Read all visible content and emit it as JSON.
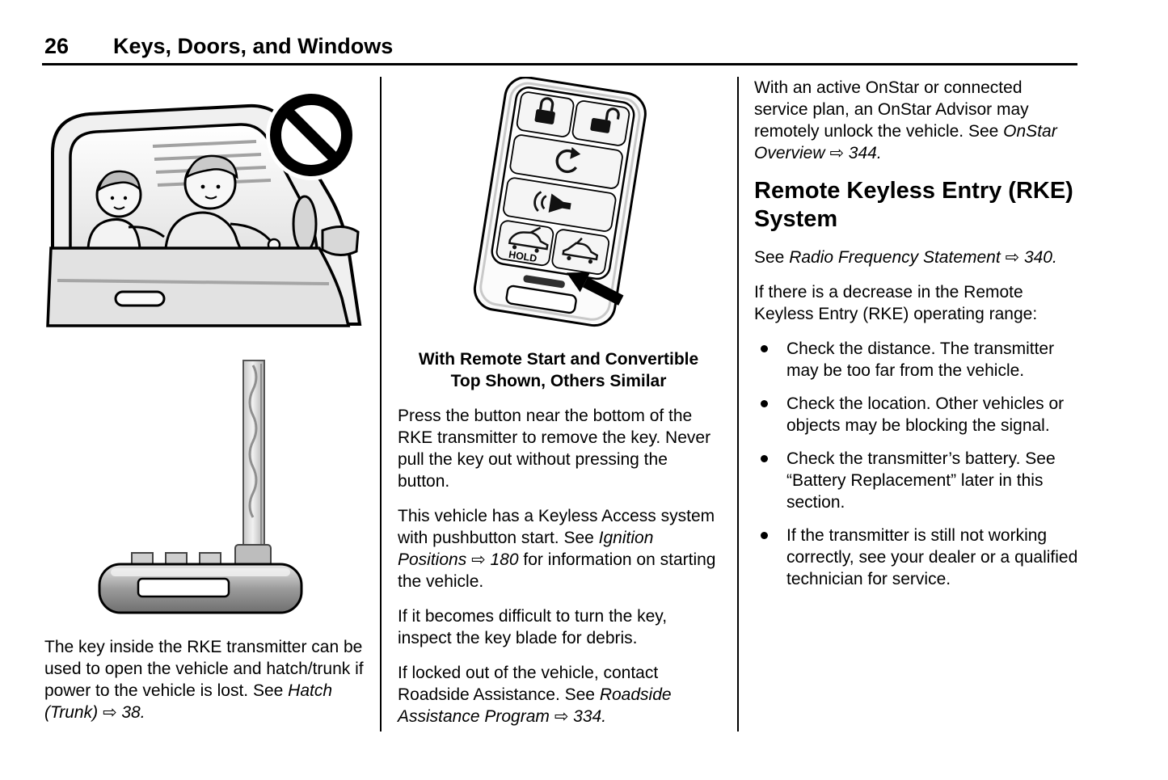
{
  "header": {
    "page_number": "26",
    "chapter_title": "Keys, Doors, and Windows"
  },
  "icons": {
    "prohibition": "circle-slash-no-symbol",
    "lock": "closed-padlock",
    "unlock": "open-padlock",
    "remote_start": "circular-arrow",
    "panic": "horn",
    "trunk_hold": "car-open-trunk",
    "convertible_top": "convertible-car",
    "key_release_arrow": "solid-left-arrow",
    "bullet": "filled-circle",
    "xref_arrow": "⇨"
  },
  "left_column": {
    "caption": {
      "t1": "The key inside the RKE transmitter can be used to open the vehicle and hatch/trunk if power to the vehicle is lost. See ",
      "ref": "Hatch (Trunk)",
      "xref": " ⇨ 38."
    }
  },
  "middle_column": {
    "fob": {
      "hold_label": "HOLD"
    },
    "caption_line1": "With Remote Start and Convertible",
    "caption_line2": "Top Shown, Others Similar",
    "p1": "Press the button near the bottom of the RKE transmitter to remove the key. Never pull the key out without pressing the button.",
    "p2": {
      "t1": "This vehicle has a Keyless Access system with pushbutton start. See ",
      "ref": "Ignition Positions",
      "xref": " ⇨ 180",
      "t2": " for information on starting the vehicle."
    },
    "p3": "If it becomes difficult to turn the key, inspect the key blade for debris.",
    "p4": {
      "t1": "If locked out of the vehicle, contact Roadside Assistance. See ",
      "ref": "Roadside Assistance Program",
      "xref": " ⇨ 334."
    }
  },
  "right_column": {
    "p1": {
      "t1": "With an active OnStar or connected service plan, an OnStar Advisor may remotely unlock the vehicle. See ",
      "ref": "OnStar Overview",
      "xref": " ⇨ 344."
    },
    "heading": "Remote Keyless Entry (RKE) System",
    "p2": {
      "t1": "See ",
      "ref": "Radio Frequency Statement",
      "xref": " ⇨ 340."
    },
    "p3": "If there is a decrease in the Remote Keyless Entry (RKE) operating range:",
    "bullets": [
      "Check the distance. The transmitter may be too far from the vehicle.",
      "Check the location. Other vehicles or objects may be blocking the signal.",
      "Check the transmitter’s battery. See “Battery Replacement” later in this section.",
      "If the transmitter is still not working correctly, see your dealer or a qualified technician for service."
    ]
  }
}
